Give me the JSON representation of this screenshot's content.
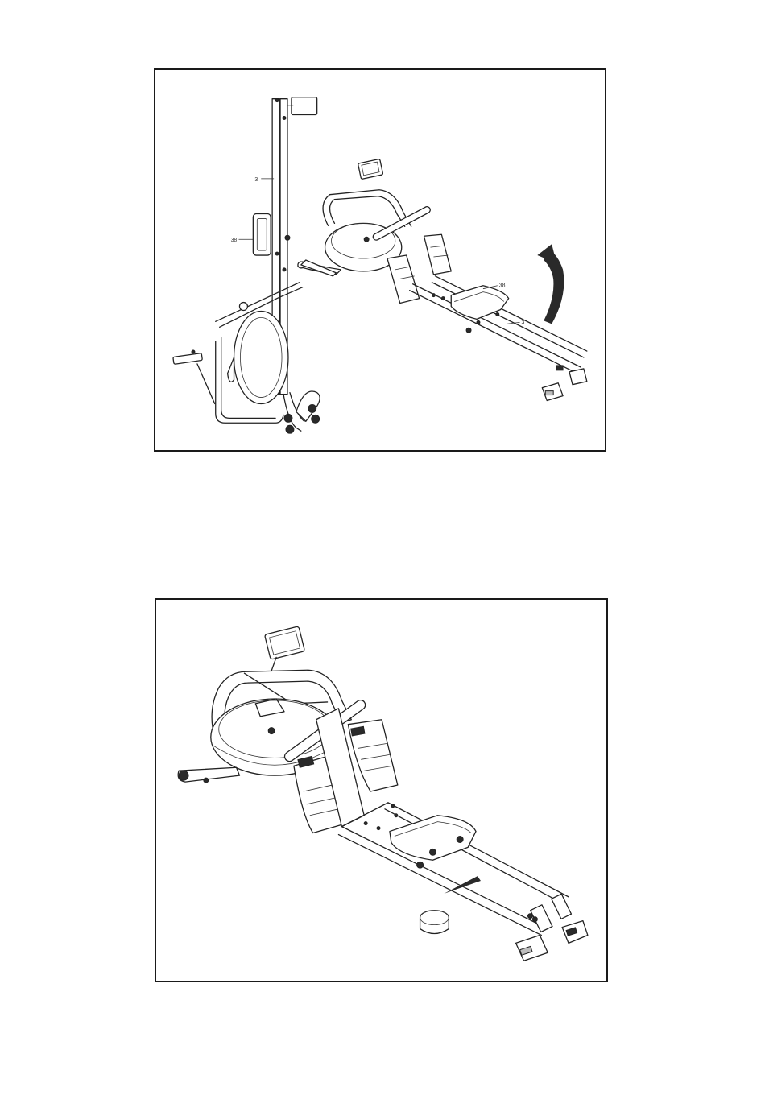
{
  "figure_top": {
    "callouts": {
      "upright_rail": "3",
      "upright_seat": "38",
      "flat_seat": "38",
      "flat_rail": "3"
    },
    "arrow": "curved-rotate-arrow"
  },
  "figure_bottom": {
    "detail": "rail-end-cap-detail"
  }
}
